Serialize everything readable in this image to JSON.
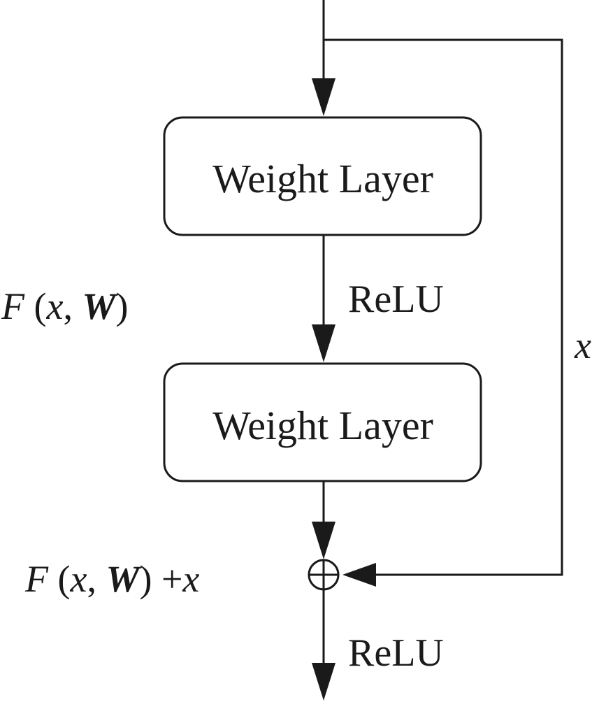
{
  "nodes": {
    "weight_layer_1": {
      "label": "Weight Layer"
    },
    "weight_layer_2": {
      "label": "Weight Layer"
    }
  },
  "edges": {
    "relu_mid": {
      "label": "ReLU"
    },
    "relu_out": {
      "label": "ReLU"
    },
    "skip": {
      "label": "x"
    }
  },
  "annotations": {
    "residual_function": {
      "F": "F",
      "open": " (",
      "x": "x",
      "comma": ", ",
      "W": "W",
      "close": ")"
    },
    "residual_sum": {
      "F": "F",
      "open": " (",
      "x": "x",
      "comma": ", ",
      "W": "W",
      "close": ") +",
      "x2": "x"
    }
  }
}
